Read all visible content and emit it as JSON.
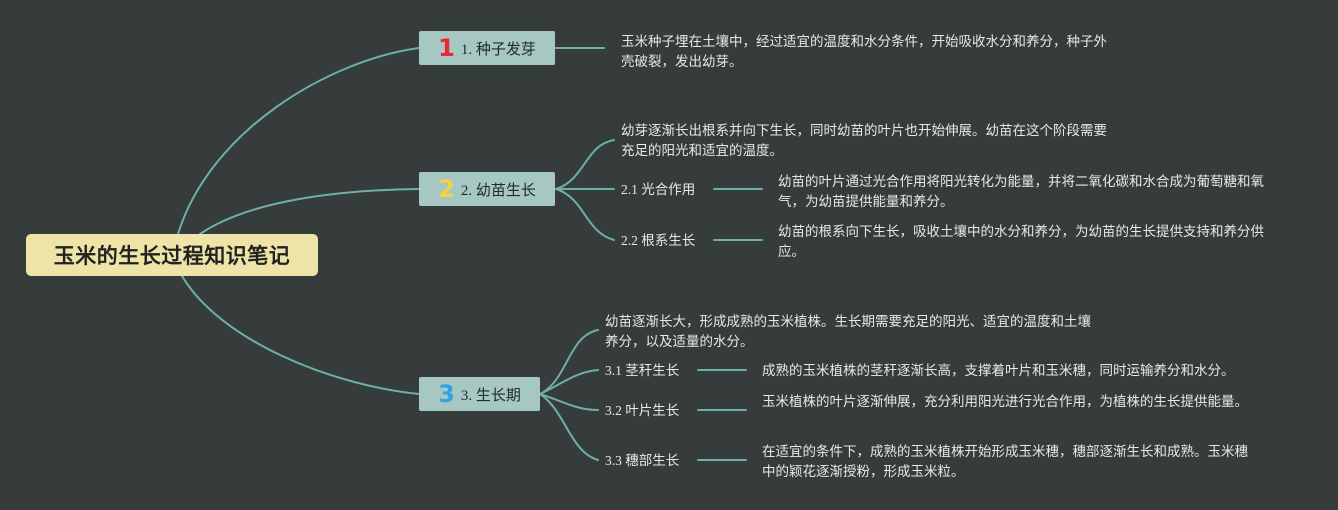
{
  "root": {
    "title": "玉米的生长过程知识笔记"
  },
  "branches": [
    {
      "number": "1",
      "number_color": "#e8283a",
      "label": "1. 种子发芽",
      "desc": "玉米种子埋在土壤中，经过适宜的温度和水分条件，开始吸收水分和养分，种子外壳破裂，发出幼芽。"
    },
    {
      "number": "2",
      "number_color": "#f2d246",
      "label": "2. 幼苗生长",
      "desc": "幼芽逐渐长出根系并向下生长，同时幼苗的叶片也开始伸展。幼苗在这个阶段需要充足的阳光和适宜的温度。",
      "children": [
        {
          "label": "2.1 光合作用",
          "desc": "幼苗的叶片通过光合作用将阳光转化为能量，并将二氧化碳和水合成为葡萄糖和氧气，为幼苗提供能量和养分。"
        },
        {
          "label": "2.2 根系生长",
          "desc": "幼苗的根系向下生长，吸收土壤中的水分和养分，为幼苗的生长提供支持和养分供应。"
        }
      ]
    },
    {
      "number": "3",
      "number_color": "#2fa4e0",
      "label": "3. 生长期",
      "desc": "幼苗逐渐长大，形成成熟的玉米植株。生长期需要充足的阳光、适宜的温度和土壤养分，以及适量的水分。",
      "children": [
        {
          "label": "3.1 茎秆生长",
          "desc": "成熟的玉米植株的茎秆逐渐长高，支撑着叶片和玉米穗，同时运输养分和水分。"
        },
        {
          "label": "3.2 叶片生长",
          "desc": "玉米植株的叶片逐渐伸展，充分利用阳光进行光合作用，为植株的生长提供能量。"
        },
        {
          "label": "3.3 穗部生长",
          "desc": "在适宜的条件下，成熟的玉米植株开始形成玉米穗，穗部逐渐生长和成熟。玉米穗中的颖花逐渐授粉，形成玉米粒。"
        }
      ]
    }
  ],
  "colors": {
    "background": "#363b3c",
    "line": "#6fb0a2",
    "root_fill": "#efe4a7",
    "branch_fill": "#a7c7c2"
  }
}
